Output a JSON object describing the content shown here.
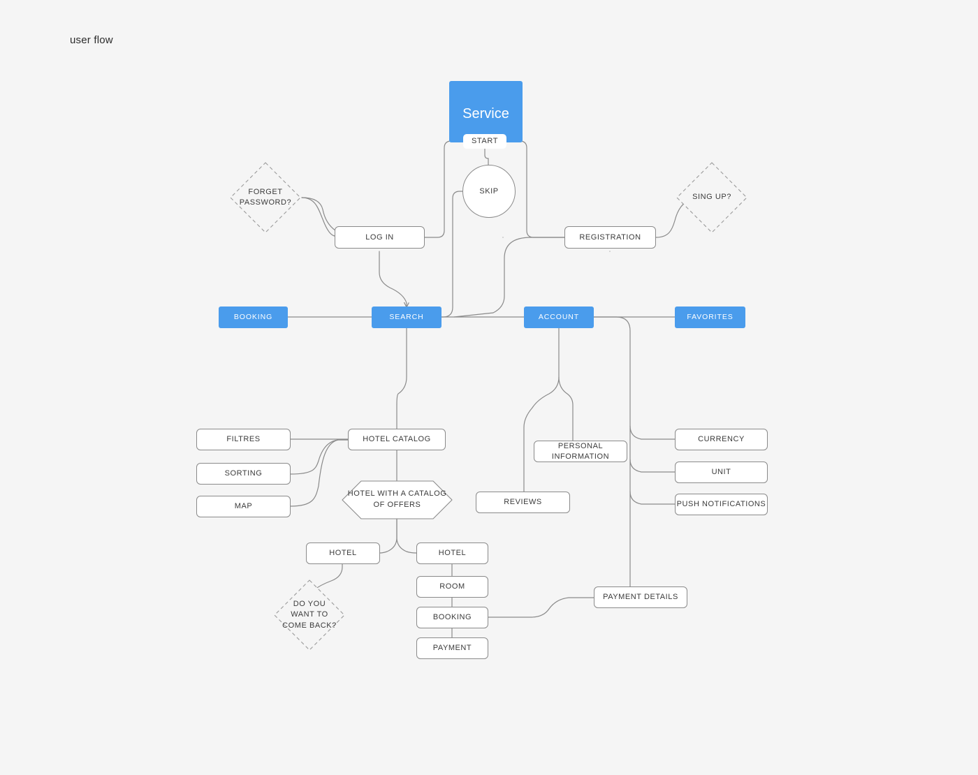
{
  "page": {
    "title": "user flow",
    "background": "#f5f5f5",
    "accent": "#4a9cec",
    "stroke": "#8a8a8a"
  },
  "nodes": {
    "service": {
      "label": "Service",
      "type": "blue-panel"
    },
    "start": {
      "label": "START",
      "type": "chip"
    },
    "skip": {
      "label": "SKIP",
      "type": "circle"
    },
    "forget": {
      "label": "FORGET\nPASSWORD?",
      "type": "decision"
    },
    "signup": {
      "label": "SING UP?",
      "type": "decision"
    },
    "login": {
      "label": "LOG IN",
      "type": "rect"
    },
    "registration": {
      "label": "REGISTRATION",
      "type": "rect"
    },
    "booking_nav": {
      "label": "BOOKING",
      "type": "blue"
    },
    "search": {
      "label": "SEARCH",
      "type": "blue"
    },
    "account": {
      "label": "ACCOUNT",
      "type": "blue"
    },
    "favorites": {
      "label": "FAVORITES",
      "type": "blue"
    },
    "filtres": {
      "label": "FILTRES",
      "type": "rect"
    },
    "sorting": {
      "label": "SORTING",
      "type": "rect"
    },
    "map": {
      "label": "MAP",
      "type": "rect"
    },
    "hotel_catalog": {
      "label": "HOTEL CATALOG",
      "type": "rect"
    },
    "hotel_offers": {
      "label": "HOTEL WITH A CATALOG\nOF OFFERS",
      "type": "hexagon"
    },
    "hotel_left": {
      "label": "HOTEL",
      "type": "rect"
    },
    "hotel_right": {
      "label": "HOTEL",
      "type": "rect"
    },
    "room": {
      "label": "ROOM",
      "type": "rect"
    },
    "booking": {
      "label": "BOOKING",
      "type": "rect"
    },
    "payment": {
      "label": "PAYMENT",
      "type": "rect"
    },
    "comeback": {
      "label": "DO YOU\nWANT TO\nCOME BACK?",
      "type": "decision"
    },
    "personal_information": {
      "label": "PERSONAL INFORMATION",
      "type": "rect"
    },
    "reviews": {
      "label": "REVIEWS",
      "type": "rect"
    },
    "currency": {
      "label": "CURRENCY",
      "type": "rect"
    },
    "unit": {
      "label": "UNIT",
      "type": "rect"
    },
    "push_notifications": {
      "label": "PUSH NOTIFICATIONS",
      "type": "rect"
    },
    "payment_details": {
      "label": "PAYMENT DETAILS",
      "type": "rect"
    }
  }
}
